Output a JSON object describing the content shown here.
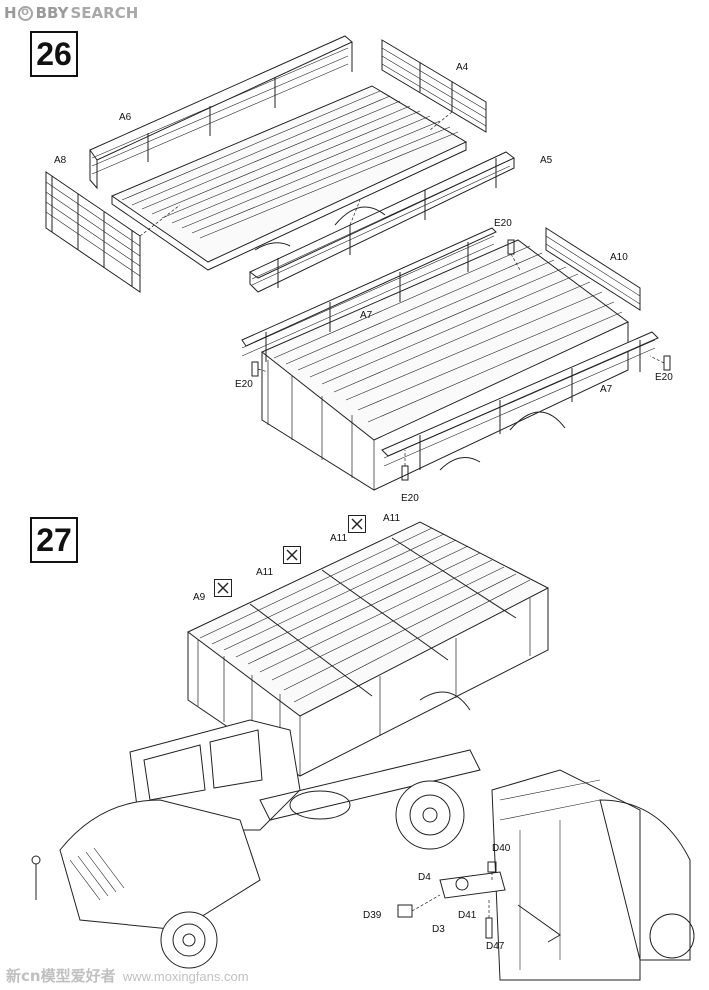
{
  "watermark": {
    "brand_prefix": "H",
    "brand_circle": "O",
    "brand_rest": "BBY",
    "brand_search": "SEARCH",
    "bottom_cn": "新cn模型爱好者",
    "bottom_url": "www.moxingfans.com"
  },
  "steps": [
    {
      "number": "26"
    },
    {
      "number": "27"
    }
  ],
  "step26_labels": {
    "a4": "A4",
    "a6": "A6",
    "a8": "A8",
    "a5": "A5",
    "e20_top": "E20",
    "a10": "A10",
    "a7_left": "A7",
    "e20_left": "E20",
    "e20_right": "E20",
    "a7_right": "A7",
    "e20_bottom": "E20"
  },
  "step27_labels": {
    "a11_right": "A11",
    "a11_mid": "A11",
    "a11_left": "A11",
    "a9": "A9",
    "d40": "D40",
    "d4": "D4",
    "d39": "D39",
    "d3": "D3",
    "d41": "D41",
    "d47": "D47"
  },
  "icons": {
    "glue_icon": "cement-glue-icon"
  }
}
